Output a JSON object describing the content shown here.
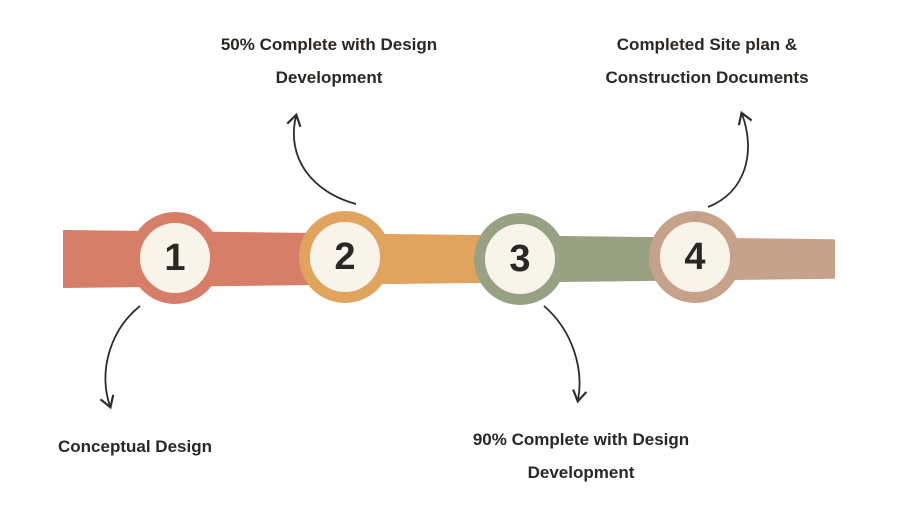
{
  "colors": {
    "background": "#ffffff",
    "text": "#2b2724",
    "circle_fill": "#f8f4ea",
    "arrow": "#2e2b28"
  },
  "timeline": {
    "steps": [
      {
        "number": "1",
        "color": "#d77e68",
        "label": "Conceptual Design",
        "label_position": "below"
      },
      {
        "number": "2",
        "color": "#e1a45f",
        "label": "50% Complete with Design Development",
        "label_position": "above"
      },
      {
        "number": "3",
        "color": "#99a184",
        "label": "90% Complete with Design Development",
        "label_position": "below"
      },
      {
        "number": "4",
        "color": "#c5a289",
        "label": "Completed Site plan & Construction Documents",
        "label_position": "above"
      }
    ]
  }
}
